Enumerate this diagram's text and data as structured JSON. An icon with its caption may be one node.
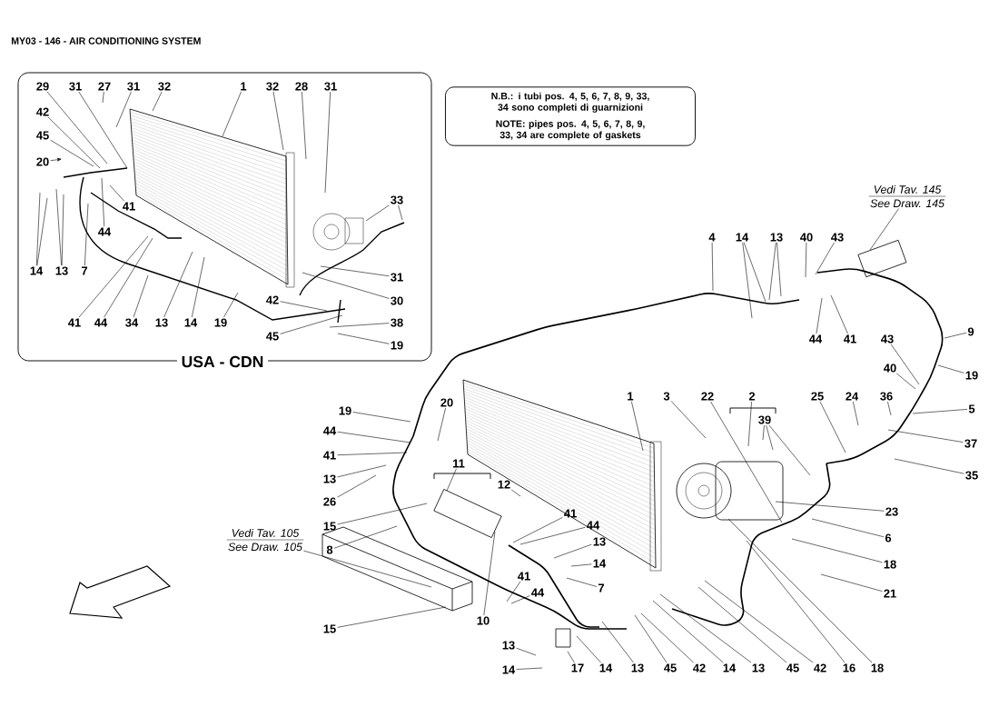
{
  "diagram": {
    "nodes": [
      {
        "text": [
          "USA - CDN"
        ]
      },
      {
        "text": [
          "N.B.: i tubi pos. 4, 5, 6, 7, 8, 9, 33, 34 sono completi di guarnizioni",
          "NOTE: pipes pos. 4, 5, 6, 7, 8, 9, 33, 34 are complete of gaskets"
        ]
      },
      {
        "text": [
          "29"
        ],
        "in": 0
      },
      {
        "text": [
          "31"
        ],
        "in": 0
      },
      {
        "text": [
          "27"
        ],
        "in": 0
      },
      {
        "text": [
          "31"
        ],
        "in": 0
      },
      {
        "text": [
          "32"
        ],
        "in": 0
      },
      {
        "text": [
          "1"
        ],
        "in": 0
      },
      {
        "text": [
          "32"
        ],
        "in": 0
      },
      {
        "text": [
          "28"
        ],
        "in": 0
      },
      {
        "text": [
          "31"
        ],
        "in": 0
      },
      {
        "text": [
          "42"
        ],
        "in": 0
      },
      {
        "text": [
          "45"
        ],
        "in": 0
      },
      {
        "text": [
          "20"
        ],
        "in": 0
      },
      {
        "text": [
          "41"
        ],
        "in": 0
      },
      {
        "text": [
          "33"
        ],
        "in": 0
      },
      {
        "text": [
          "44"
        ],
        "in": 0
      },
      {
        "text": [
          "14"
        ],
        "in": 0
      },
      {
        "text": [
          "13"
        ],
        "in": 0
      },
      {
        "text": [
          "7"
        ],
        "in": 0
      },
      {
        "text": [
          "31"
        ],
        "in": 0
      },
      {
        "text": [
          "42"
        ],
        "in": 0
      },
      {
        "text": [
          "30"
        ],
        "in": 0
      },
      {
        "text": [
          "41"
        ],
        "in": 0
      },
      {
        "text": [
          "44"
        ],
        "in": 0
      },
      {
        "text": [
          "34"
        ],
        "in": 0
      },
      {
        "text": [
          "13"
        ],
        "in": 0
      },
      {
        "text": [
          "14"
        ],
        "in": 0
      },
      {
        "text": [
          "19"
        ],
        "in": 0
      },
      {
        "text": [
          "38"
        ],
        "in": 0
      },
      {
        "text": [
          "45"
        ],
        "in": 0
      },
      {
        "text": [
          "19"
        ],
        "in": 0
      },
      {
        "text": [
          "Vedi Tav. 145",
          "See Draw. 145"
        ]
      },
      {
        "text": [
          "4"
        ]
      },
      {
        "text": [
          "14"
        ]
      },
      {
        "text": [
          "13"
        ]
      },
      {
        "text": [
          "40"
        ]
      },
      {
        "text": [
          "43"
        ]
      },
      {
        "text": [
          "9"
        ]
      },
      {
        "text": [
          "44"
        ]
      },
      {
        "text": [
          "41"
        ]
      },
      {
        "text": [
          "43"
        ]
      },
      {
        "text": [
          "40"
        ]
      },
      {
        "text": [
          "19"
        ]
      },
      {
        "text": [
          "19"
        ]
      },
      {
        "text": [
          "20"
        ]
      },
      {
        "text": [
          "1"
        ]
      },
      {
        "text": [
          "3"
        ]
      },
      {
        "text": [
          "22"
        ]
      },
      {
        "text": [
          "2"
        ]
      },
      {
        "text": [
          "25"
        ]
      },
      {
        "text": [
          "24"
        ]
      },
      {
        "text": [
          "36"
        ]
      },
      {
        "text": [
          "5"
        ]
      },
      {
        "text": [
          "39"
        ]
      },
      {
        "text": [
          "44"
        ]
      },
      {
        "text": [
          "37"
        ]
      },
      {
        "text": [
          "41"
        ]
      },
      {
        "text": [
          "11"
        ]
      },
      {
        "text": [
          "35"
        ]
      },
      {
        "text": [
          "13"
        ]
      },
      {
        "text": [
          "12"
        ]
      },
      {
        "text": [
          "26"
        ]
      },
      {
        "text": [
          "23"
        ]
      },
      {
        "text": [
          "41"
        ]
      },
      {
        "text": [
          "44"
        ]
      },
      {
        "text": [
          "15"
        ]
      },
      {
        "text": [
          "Vedi Tav. 105",
          "See Draw. 105"
        ]
      },
      {
        "text": [
          "6"
        ]
      },
      {
        "text": [
          "8"
        ]
      },
      {
        "text": [
          "13"
        ]
      },
      {
        "text": [
          "14"
        ]
      },
      {
        "text": [
          "18"
        ]
      },
      {
        "text": [
          "41"
        ]
      },
      {
        "text": [
          "7"
        ]
      },
      {
        "text": [
          "44"
        ]
      },
      {
        "text": [
          "21"
        ]
      },
      {
        "text": [
          "10"
        ]
      },
      {
        "text": [
          "15"
        ]
      },
      {
        "text": [
          "13"
        ]
      },
      {
        "text": [
          "14"
        ]
      },
      {
        "text": [
          "17"
        ]
      },
      {
        "text": [
          "14"
        ]
      },
      {
        "text": [
          "13"
        ]
      },
      {
        "text": [
          "45"
        ]
      },
      {
        "text": [
          "42"
        ]
      },
      {
        "text": [
          "14"
        ]
      },
      {
        "text": [
          "13"
        ]
      },
      {
        "text": [
          "45"
        ]
      },
      {
        "text": [
          "42"
        ]
      },
      {
        "text": [
          "16"
        ]
      },
      {
        "text": [
          "18"
        ]
      }
    ],
    "edges": [
      {
        "from": 2,
        "to": null,
        "arrow": "none"
      },
      {
        "from": 3,
        "to": null,
        "arrow": "none"
      },
      {
        "from": 4,
        "to": null,
        "arrow": "none"
      },
      {
        "from": 5,
        "to": null,
        "arrow": "none"
      },
      {
        "from": 6,
        "to": null,
        "arrow": "none"
      },
      {
        "from": 7,
        "to": null,
        "arrow": "none"
      },
      {
        "from": 8,
        "to": null,
        "arrow": "none"
      },
      {
        "from": 9,
        "to": null,
        "arrow": "none"
      },
      {
        "from": 10,
        "to": null,
        "arrow": "none"
      },
      {
        "from": 11,
        "to": null,
        "arrow": "none"
      },
      {
        "from": 12,
        "to": null,
        "arrow": "none"
      },
      {
        "from": 13,
        "to": null,
        "arrow": "to"
      },
      {
        "from": 14,
        "to": null,
        "arrow": "none"
      },
      {
        "from": 15,
        "to": null,
        "arrow": "none"
      },
      {
        "from": 15,
        "to": null,
        "arrow": "none"
      },
      {
        "from": 16,
        "to": null,
        "arrow": "none"
      },
      {
        "from": 17,
        "to": null,
        "arrow": "none"
      },
      {
        "from": 17,
        "to": null,
        "arrow": "none"
      },
      {
        "from": 18,
        "to": null,
        "arrow": "none"
      },
      {
        "from": 18,
        "to": null,
        "arrow": "none"
      },
      {
        "from": 19,
        "to": null,
        "arrow": "none"
      },
      {
        "from": 20,
        "to": null,
        "arrow": "none"
      },
      {
        "from": 21,
        "to": null,
        "arrow": "none"
      },
      {
        "from": 22,
        "to": null,
        "arrow": "none"
      },
      {
        "from": 23,
        "to": null,
        "arrow": "none"
      },
      {
        "from": 24,
        "to": null,
        "arrow": "none"
      },
      {
        "from": 25,
        "to": null,
        "arrow": "none"
      },
      {
        "from": 26,
        "to": null,
        "arrow": "none"
      },
      {
        "from": 27,
        "to": null,
        "arrow": "none"
      },
      {
        "from": 28,
        "to": null,
        "arrow": "none"
      },
      {
        "from": 29,
        "to": null,
        "arrow": "none"
      },
      {
        "from": 30,
        "to": null,
        "arrow": "none"
      },
      {
        "from": 31,
        "to": null,
        "arrow": "none"
      },
      {
        "from": 32,
        "to": null,
        "arrow": "none"
      },
      {
        "from": 33,
        "to": null,
        "arrow": "none"
      },
      {
        "from": 34,
        "to": null,
        "arrow": "none"
      },
      {
        "from": 34,
        "to": null,
        "arrow": "none"
      },
      {
        "from": 35,
        "to": null,
        "arrow": "none"
      },
      {
        "from": 35,
        "to": null,
        "arrow": "none"
      },
      {
        "from": 36,
        "to": null,
        "arrow": "none"
      },
      {
        "from": 37,
        "to": null,
        "arrow": "none"
      },
      {
        "from": 38,
        "to": null,
        "arrow": "none"
      },
      {
        "from": 39,
        "to": null,
        "arrow": "none"
      },
      {
        "from": 40,
        "to": null,
        "arrow": "none"
      },
      {
        "from": 41,
        "to": null,
        "arrow": "none"
      },
      {
        "from": 42,
        "to": null,
        "arrow": "none"
      },
      {
        "from": 43,
        "to": null,
        "arrow": "none"
      },
      {
        "from": 44,
        "to": null,
        "arrow": "none"
      },
      {
        "from": 45,
        "to": null,
        "arrow": "none"
      },
      {
        "from": 46,
        "to": null,
        "arrow": "none"
      },
      {
        "from": 47,
        "to": null,
        "arrow": "none"
      },
      {
        "from": 48,
        "to": null,
        "arrow": "none"
      },
      {
        "from": 49,
        "to": null,
        "arrow": "none"
      },
      {
        "from": 50,
        "to": null,
        "arrow": "none"
      },
      {
        "from": 51,
        "to": null,
        "arrow": "none"
      },
      {
        "from": 52,
        "to": null,
        "arrow": "none"
      },
      {
        "from": 53,
        "to": null,
        "arrow": "none"
      },
      {
        "from": 54,
        "to": null,
        "arrow": "none"
      },
      {
        "from": 54,
        "to": null,
        "arrow": "none"
      },
      {
        "from": 54,
        "to": null,
        "arrow": "none"
      },
      {
        "from": 55,
        "to": null,
        "arrow": "none"
      },
      {
        "from": 56,
        "to": null,
        "arrow": "none"
      },
      {
        "from": 57,
        "to": null,
        "arrow": "none"
      },
      {
        "from": 58,
        "to": null,
        "arrow": "none"
      },
      {
        "from": 59,
        "to": null,
        "arrow": "none"
      },
      {
        "from": 60,
        "to": null,
        "arrow": "none"
      },
      {
        "from": 61,
        "to": null,
        "arrow": "none"
      },
      {
        "from": 62,
        "to": null,
        "arrow": "none"
      },
      {
        "from": 63,
        "to": null,
        "arrow": "none"
      },
      {
        "from": 64,
        "to": null,
        "arrow": "none"
      },
      {
        "from": 65,
        "to": null,
        "arrow": "none"
      },
      {
        "from": 66,
        "to": null,
        "arrow": "none"
      },
      {
        "from": 67,
        "to": null,
        "arrow": "none"
      },
      {
        "from": 68,
        "to": null,
        "arrow": "none"
      },
      {
        "from": 69,
        "to": null,
        "arrow": "none"
      },
      {
        "from": 70,
        "to": null,
        "arrow": "none"
      },
      {
        "from": 71,
        "to": null,
        "arrow": "none"
      },
      {
        "from": 72,
        "to": null,
        "arrow": "none"
      },
      {
        "from": 73,
        "to": null,
        "arrow": "none"
      },
      {
        "from": 74,
        "to": null,
        "arrow": "none"
      },
      {
        "from": 75,
        "to": null,
        "arrow": "none"
      },
      {
        "from": 76,
        "to": null,
        "arrow": "none"
      },
      {
        "from": 77,
        "to": null,
        "arrow": "none"
      },
      {
        "from": 78,
        "to": null,
        "arrow": "none"
      },
      {
        "from": 79,
        "to": null,
        "arrow": "none"
      },
      {
        "from": 80,
        "to": null,
        "arrow": "none"
      },
      {
        "from": 81,
        "to": null,
        "arrow": "none"
      },
      {
        "from": 82,
        "to": null,
        "arrow": "none"
      },
      {
        "from": 83,
        "to": null,
        "arrow": "none"
      },
      {
        "from": 84,
        "to": null,
        "arrow": "none"
      },
      {
        "from": 85,
        "to": null,
        "arrow": "none"
      },
      {
        "from": 86,
        "to": null,
        "arrow": "none"
      },
      {
        "from": 87,
        "to": null,
        "arrow": "none"
      },
      {
        "from": 88,
        "to": null,
        "arrow": "none"
      },
      {
        "from": 89,
        "to": null,
        "arrow": "none"
      },
      {
        "from": 90,
        "to": null,
        "arrow": "none"
      },
      {
        "from": 91,
        "to": null,
        "arrow": "none"
      }
    ],
    "labels": [
      "MY03 - 146 - AIR CONDITIONING SYSTEM"
    ]
  }
}
